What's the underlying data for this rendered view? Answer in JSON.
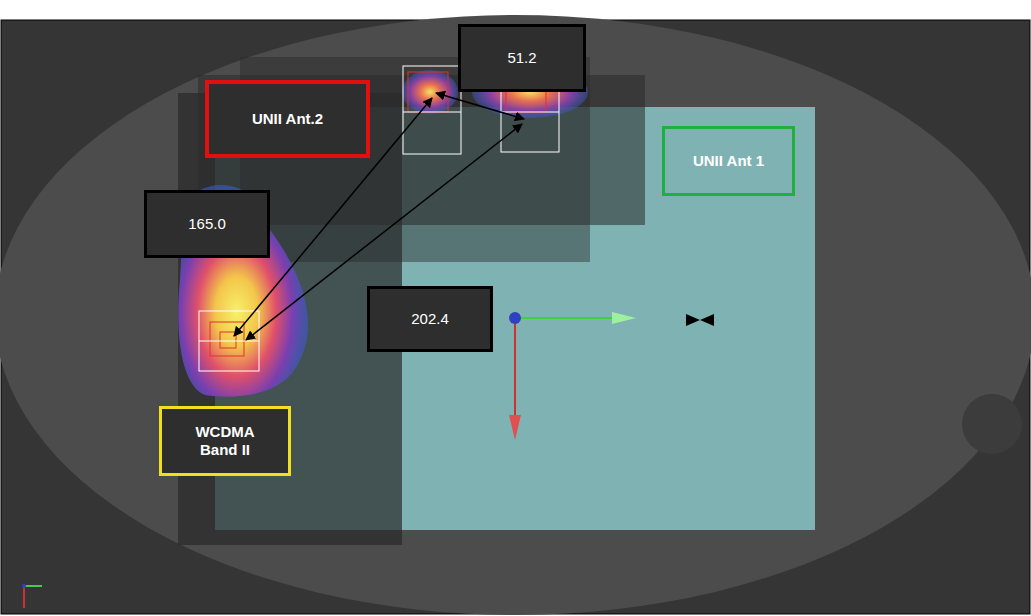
{
  "diagram": {
    "nodes": [
      {
        "text": [
          "51.2"
        ]
      },
      {
        "text": [
          "UNII Ant.2"
        ]
      },
      {
        "text": [
          "UNII Ant 1"
        ]
      },
      {
        "text": [
          "165.0"
        ]
      },
      {
        "text": [
          "202.4"
        ]
      },
      {
        "text": [
          "WCDMA Band II"
        ]
      }
    ]
  }
}
